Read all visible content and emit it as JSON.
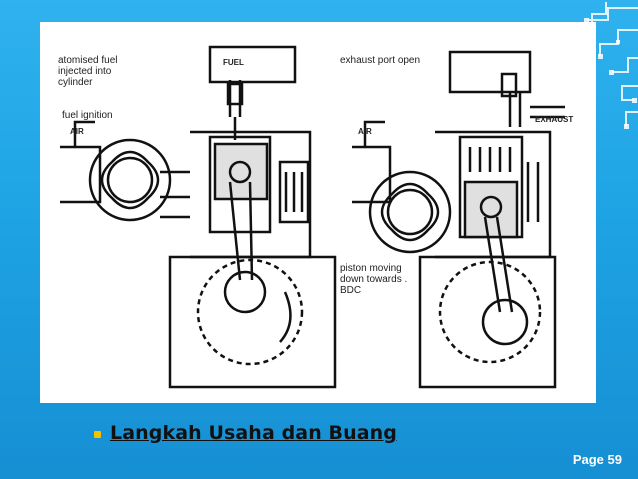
{
  "figure": {
    "left_labels": {
      "atomised": "atomised fuel\ninjected into\ncylinder",
      "ignition": "fuel ignition",
      "fuel": "FUEL",
      "air": "AIR"
    },
    "right_labels": {
      "exhaust_port": "exhaust port open",
      "exhaust": "EXHAUST",
      "air": "AIR",
      "piston": "piston moving\ndown towards .\nBDC"
    }
  },
  "bullet": {
    "text": "Langkah Usaha dan Buang"
  },
  "footer": {
    "page": "Page 59"
  },
  "colors": {
    "background": "#1ea3e4",
    "bullet": "#f5c200",
    "ink": "#222222"
  }
}
